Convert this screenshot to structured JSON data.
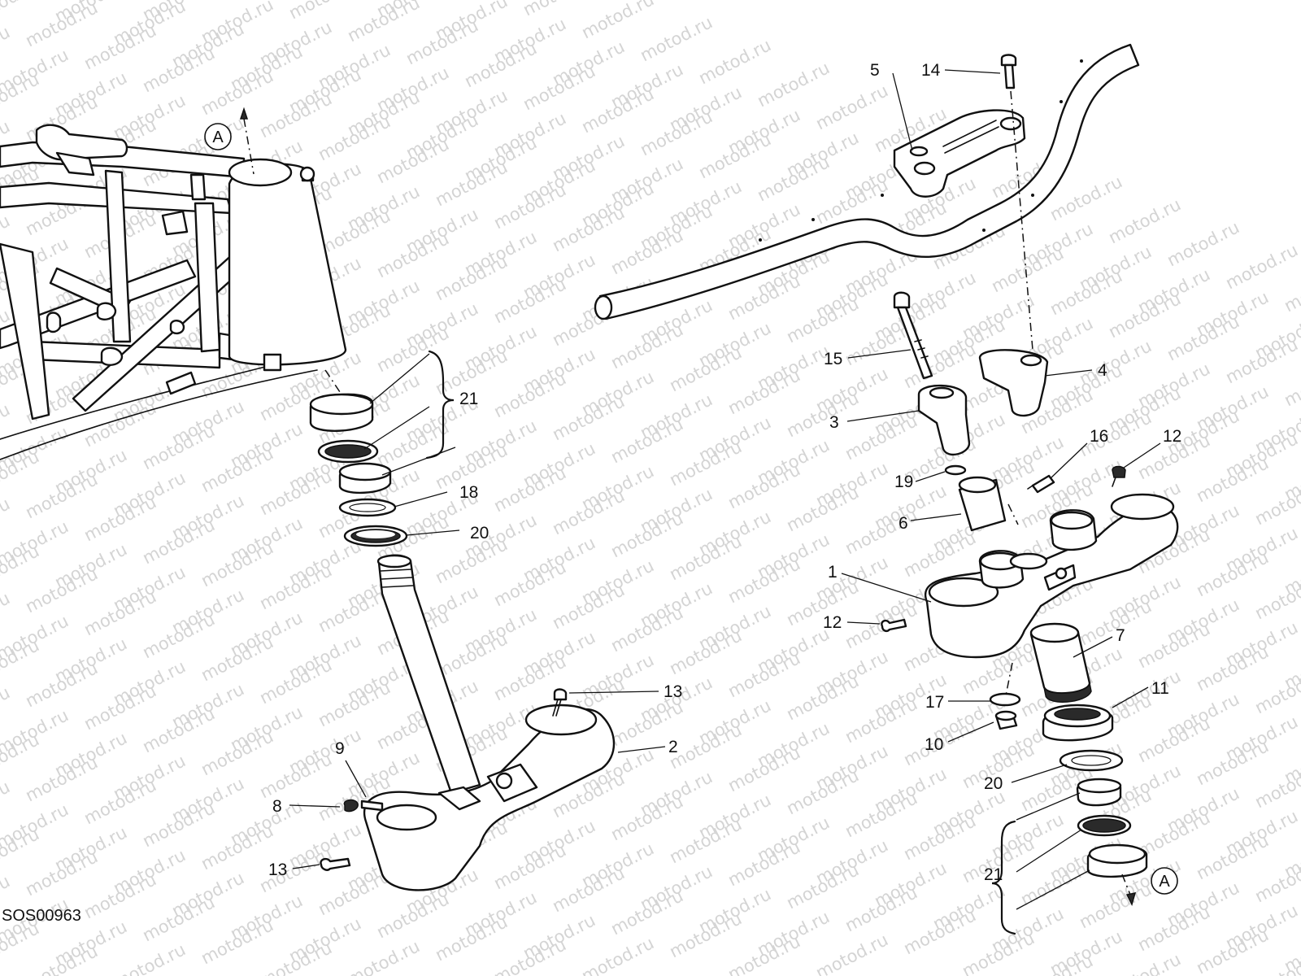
{
  "watermark": "motod.ru",
  "drawing_code": "SOS00963",
  "reference_marker": "A",
  "callouts": [
    {
      "id": "c-21-left",
      "label": "21"
    },
    {
      "id": "c-18",
      "label": "18"
    },
    {
      "id": "c-20-left",
      "label": "20"
    },
    {
      "id": "c-13-top",
      "label": "13"
    },
    {
      "id": "c-2",
      "label": "2"
    },
    {
      "id": "c-9",
      "label": "9"
    },
    {
      "id": "c-8",
      "label": "8"
    },
    {
      "id": "c-13-bottom",
      "label": "13"
    },
    {
      "id": "c-5",
      "label": "5"
    },
    {
      "id": "c-14",
      "label": "14"
    },
    {
      "id": "c-15",
      "label": "15"
    },
    {
      "id": "c-4",
      "label": "4"
    },
    {
      "id": "c-3",
      "label": "3"
    },
    {
      "id": "c-16",
      "label": "16"
    },
    {
      "id": "c-12-right",
      "label": "12"
    },
    {
      "id": "c-19",
      "label": "19"
    },
    {
      "id": "c-6",
      "label": "6"
    },
    {
      "id": "c-1",
      "label": "1"
    },
    {
      "id": "c-12-left",
      "label": "12"
    },
    {
      "id": "c-7",
      "label": "7"
    },
    {
      "id": "c-17",
      "label": "17"
    },
    {
      "id": "c-11",
      "label": "11"
    },
    {
      "id": "c-10",
      "label": "10"
    },
    {
      "id": "c-20-right",
      "label": "20"
    },
    {
      "id": "c-21-right",
      "label": "21"
    }
  ]
}
